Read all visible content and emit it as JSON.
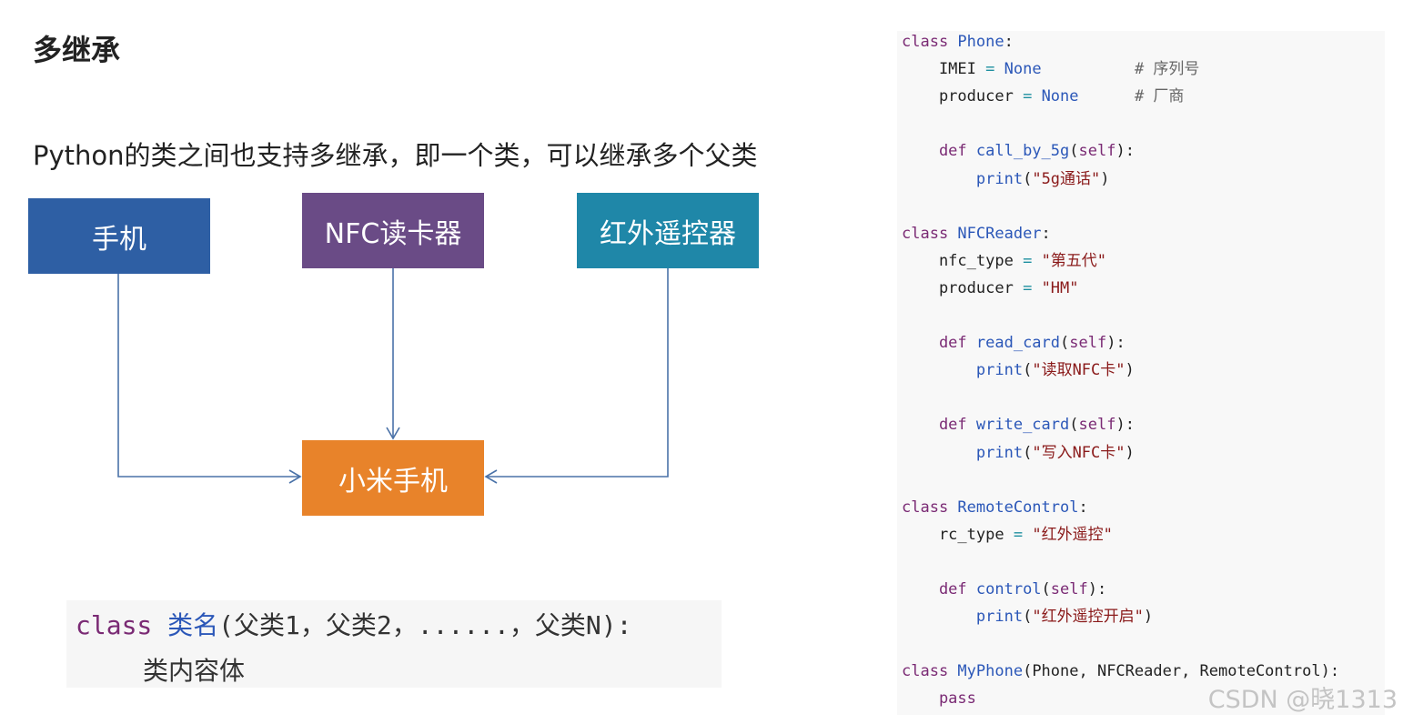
{
  "title": "多继承",
  "subtitle": "Python的类之间也支持多继承，即一个类，可以继承多个父类",
  "diagram": {
    "phone": "手机",
    "nfc": "NFC读卡器",
    "remote": "红外遥控器",
    "mi": "小米手机",
    "colors": {
      "phone": "#2e5fa4",
      "nfc": "#6a4b86",
      "remote": "#1f87a8",
      "mi": "#e8832a"
    }
  },
  "syntax": {
    "kw": "class",
    "classname": "类名",
    "parents": "(父类1，父类2，......，父类N):",
    "body": "类内容体"
  },
  "code": [
    [
      {
        "t": "kw",
        "v": "class "
      },
      {
        "t": "fn",
        "v": "Phone"
      },
      {
        "t": "p",
        "v": ":"
      }
    ],
    [
      {
        "t": "p",
        "v": "    IMEI "
      },
      {
        "t": "op",
        "v": "="
      },
      {
        "t": "p",
        "v": " "
      },
      {
        "t": "fn",
        "v": "None"
      },
      {
        "t": "p",
        "v": "          "
      },
      {
        "t": "cm",
        "v": "# 序列号"
      }
    ],
    [
      {
        "t": "p",
        "v": "    producer "
      },
      {
        "t": "op",
        "v": "="
      },
      {
        "t": "p",
        "v": " "
      },
      {
        "t": "fn",
        "v": "None"
      },
      {
        "t": "p",
        "v": "      "
      },
      {
        "t": "cm",
        "v": "# 厂商"
      }
    ],
    [],
    [
      {
        "t": "kw",
        "v": "    def "
      },
      {
        "t": "fn",
        "v": "call_by_5g"
      },
      {
        "t": "p",
        "v": "("
      },
      {
        "t": "kw",
        "v": "self"
      },
      {
        "t": "p",
        "v": "):"
      }
    ],
    [
      {
        "t": "p",
        "v": "        "
      },
      {
        "t": "fn",
        "v": "print"
      },
      {
        "t": "p",
        "v": "("
      },
      {
        "t": "str",
        "v": "\"5g通话\""
      },
      {
        "t": "p",
        "v": ")"
      }
    ],
    [],
    [
      {
        "t": "kw",
        "v": "class "
      },
      {
        "t": "fn",
        "v": "NFCReader"
      },
      {
        "t": "p",
        "v": ":"
      }
    ],
    [
      {
        "t": "p",
        "v": "    nfc_type "
      },
      {
        "t": "op",
        "v": "="
      },
      {
        "t": "p",
        "v": " "
      },
      {
        "t": "str",
        "v": "\"第五代\""
      }
    ],
    [
      {
        "t": "p",
        "v": "    producer "
      },
      {
        "t": "op",
        "v": "="
      },
      {
        "t": "p",
        "v": " "
      },
      {
        "t": "str",
        "v": "\"HM\""
      }
    ],
    [],
    [
      {
        "t": "kw",
        "v": "    def "
      },
      {
        "t": "fn",
        "v": "read_card"
      },
      {
        "t": "p",
        "v": "("
      },
      {
        "t": "kw",
        "v": "self"
      },
      {
        "t": "p",
        "v": "):"
      }
    ],
    [
      {
        "t": "p",
        "v": "        "
      },
      {
        "t": "fn",
        "v": "print"
      },
      {
        "t": "p",
        "v": "("
      },
      {
        "t": "str",
        "v": "\"读取NFC卡\""
      },
      {
        "t": "p",
        "v": ")"
      }
    ],
    [],
    [
      {
        "t": "kw",
        "v": "    def "
      },
      {
        "t": "fn",
        "v": "write_card"
      },
      {
        "t": "p",
        "v": "("
      },
      {
        "t": "kw",
        "v": "self"
      },
      {
        "t": "p",
        "v": "):"
      }
    ],
    [
      {
        "t": "p",
        "v": "        "
      },
      {
        "t": "fn",
        "v": "print"
      },
      {
        "t": "p",
        "v": "("
      },
      {
        "t": "str",
        "v": "\"写入NFC卡\""
      },
      {
        "t": "p",
        "v": ")"
      }
    ],
    [],
    [
      {
        "t": "kw",
        "v": "class "
      },
      {
        "t": "fn",
        "v": "RemoteControl"
      },
      {
        "t": "p",
        "v": ":"
      }
    ],
    [
      {
        "t": "p",
        "v": "    rc_type "
      },
      {
        "t": "op",
        "v": "="
      },
      {
        "t": "p",
        "v": " "
      },
      {
        "t": "str",
        "v": "\"红外遥控\""
      }
    ],
    [],
    [
      {
        "t": "kw",
        "v": "    def "
      },
      {
        "t": "fn",
        "v": "control"
      },
      {
        "t": "p",
        "v": "("
      },
      {
        "t": "kw",
        "v": "self"
      },
      {
        "t": "p",
        "v": "):"
      }
    ],
    [
      {
        "t": "p",
        "v": "        "
      },
      {
        "t": "fn",
        "v": "print"
      },
      {
        "t": "p",
        "v": "("
      },
      {
        "t": "str",
        "v": "\"红外遥控开启\""
      },
      {
        "t": "p",
        "v": ")"
      }
    ],
    [],
    [
      {
        "t": "kw",
        "v": "class "
      },
      {
        "t": "fn",
        "v": "MyPhone"
      },
      {
        "t": "p",
        "v": "(Phone, NFCReader, RemoteControl):"
      }
    ],
    [
      {
        "t": "kw",
        "v": "    pass"
      }
    ]
  ],
  "watermark": "CSDN @晓1313"
}
